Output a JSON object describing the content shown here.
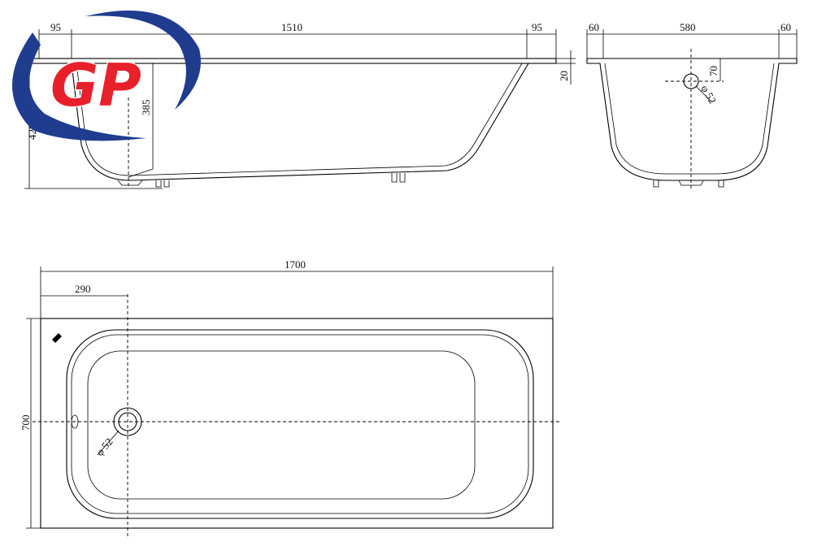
{
  "logo": {
    "text": "GP",
    "colors": {
      "swoosh": "#1f3c8f",
      "letters": "#e8202a"
    }
  },
  "side_view": {
    "dims": {
      "left_rim": "95",
      "length": "1510",
      "right_rim": "95",
      "rim_thickness": "20",
      "drain_height": "385",
      "total_height": "420"
    }
  },
  "end_view": {
    "dims": {
      "left_rim": "60",
      "width": "580",
      "right_rim": "60",
      "overflow_drop": "70",
      "overflow_diameter": "φ 52"
    }
  },
  "top_view": {
    "dims": {
      "total_length": "1700",
      "drain_offset": "290",
      "total_width": "700",
      "drain_diameter": "φ 52"
    }
  }
}
